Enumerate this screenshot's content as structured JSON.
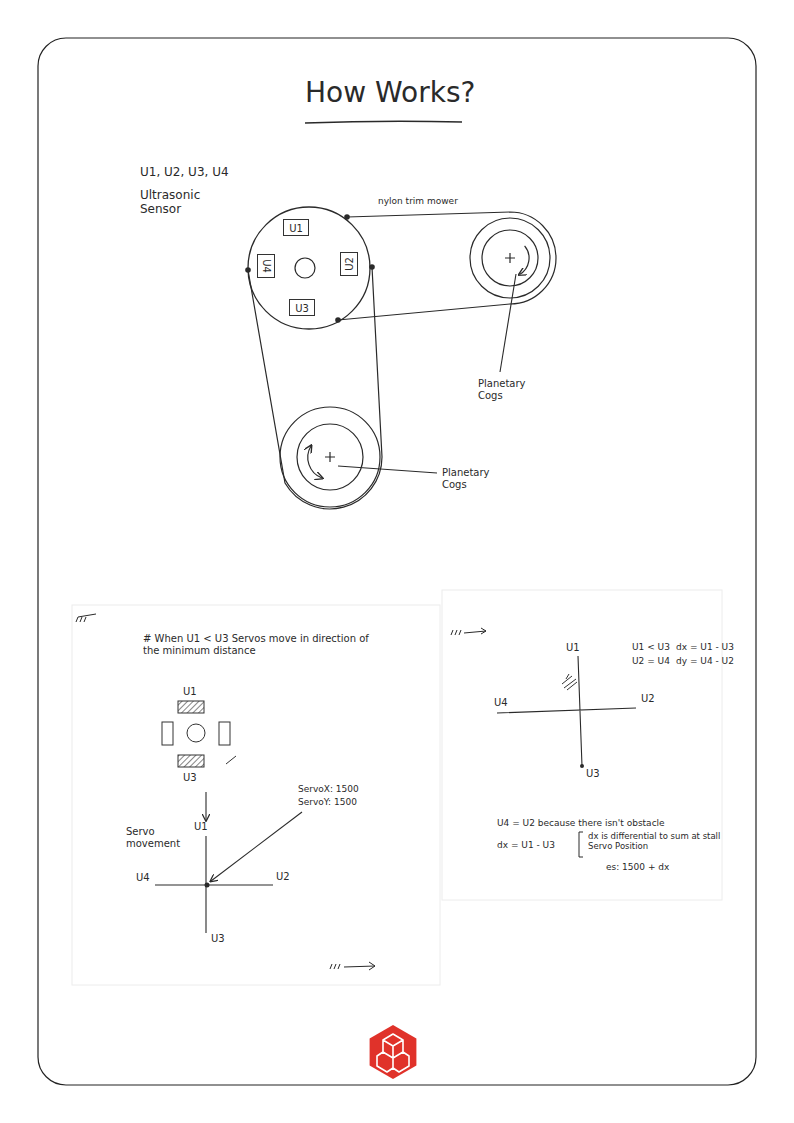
{
  "diagram": {
    "title": "How Works?",
    "nodes": [
      {
        "text": [
          "U1"
        ]
      },
      {
        "text": [
          "U4"
        ]
      },
      {
        "text": [
          "U2"
        ]
      },
      {
        "text": [
          "U3"
        ]
      }
    ],
    "labels": [
      "U1, U2, U3, U4",
      "Ultrasonic Sensor",
      "nylon trim mower",
      "Planetary Cogs",
      "Planetary Cogs",
      "# When U1 < U3 Servos move in direction of the minimum distance",
      "U1",
      "U3",
      "Servo movement",
      "U1",
      "U4",
      "U2",
      "U3",
      "ServoX: 1500",
      "ServoY: 1500",
      "U1",
      "U4",
      "U2",
      "U3",
      "U1 < U3",
      "dx = U1 - U3",
      "U2 = U4",
      "dy = U4 - U2",
      "U4 = U2 because there isn't obstacle",
      "dx = U1 - U3",
      "dx is differential to sum at stall Servo Position",
      "es: 1500 + dx"
    ]
  }
}
